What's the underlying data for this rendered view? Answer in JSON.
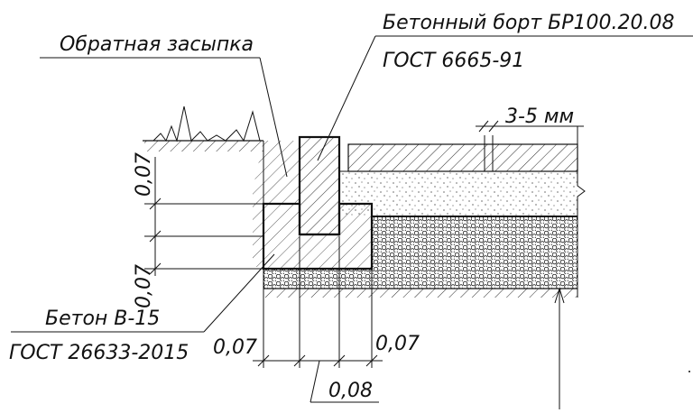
{
  "labels": {
    "curb_name": "Бетонный борт  БР100.20.08",
    "curb_standard": "ГОСТ 6665-91",
    "backfill": "Обратная засыпка",
    "gap": "3-5 мм",
    "concrete_name": "Бетон В-15",
    "concrete_standard": "ГОСТ 26633-2015"
  },
  "dimensions": {
    "vertical_upper": "0,07",
    "vertical_lower": "0,07",
    "horizontal_left": "0,07",
    "horizontal_right": "0,07",
    "horizontal_bottom": "0,08"
  },
  "colors": {
    "line": "#111111",
    "background": "#ffffff"
  }
}
